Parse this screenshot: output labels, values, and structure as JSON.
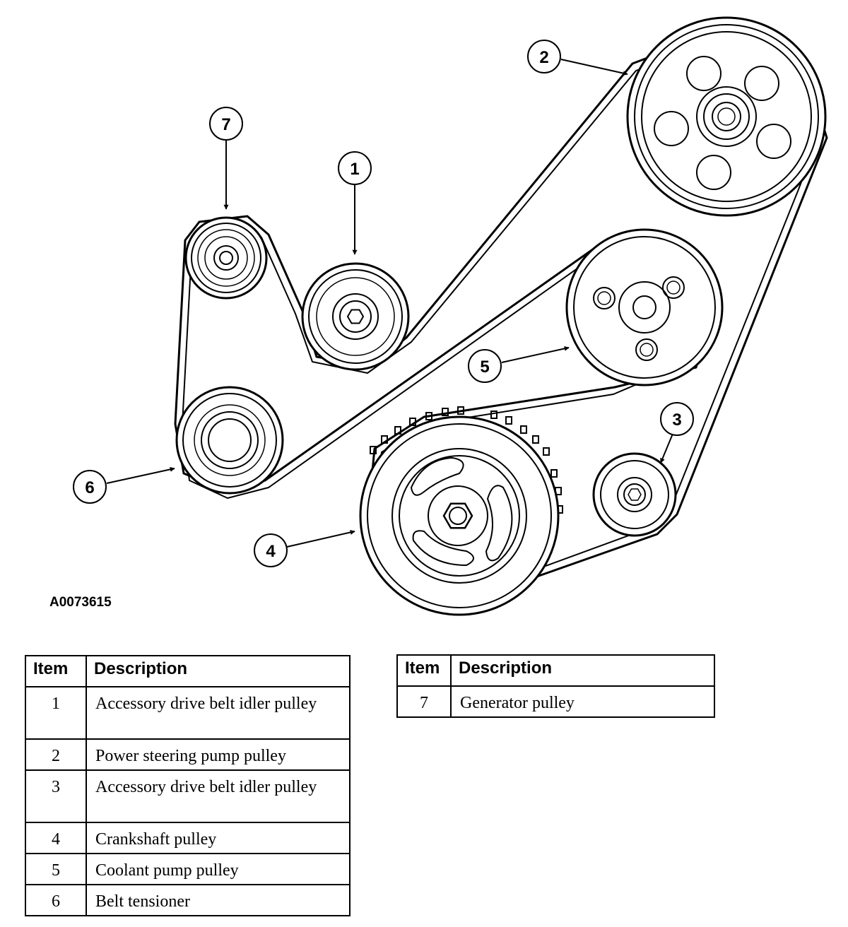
{
  "figure_id": "A0073615",
  "callouts": [
    {
      "number": "1",
      "description": "Accessory drive belt idler pulley"
    },
    {
      "number": "2",
      "description": "Power steering pump pulley"
    },
    {
      "number": "3",
      "description": "Accessory drive belt idler pulley"
    },
    {
      "number": "4",
      "description": "Crankshaft pulley"
    },
    {
      "number": "5",
      "description": "Coolant pump pulley"
    },
    {
      "number": "6",
      "description": "Belt tensioner"
    },
    {
      "number": "7",
      "description": "Generator pulley"
    }
  ],
  "legend": {
    "left": {
      "header_item": "Item",
      "header_description": "Description",
      "rows": [
        {
          "item": "1",
          "description": "Accessory drive belt idler pulley"
        },
        {
          "item": "2",
          "description": "Power steering pump pulley"
        },
        {
          "item": "3",
          "description": "Accessory drive belt idler pulley"
        },
        {
          "item": "4",
          "description": "Crankshaft pulley"
        },
        {
          "item": "5",
          "description": "Coolant pump pulley"
        },
        {
          "item": "6",
          "description": "Belt tensioner"
        }
      ]
    },
    "right": {
      "header_item": "Item",
      "header_description": "Description",
      "rows": [
        {
          "item": "7",
          "description": "Generator pulley"
        }
      ]
    }
  }
}
